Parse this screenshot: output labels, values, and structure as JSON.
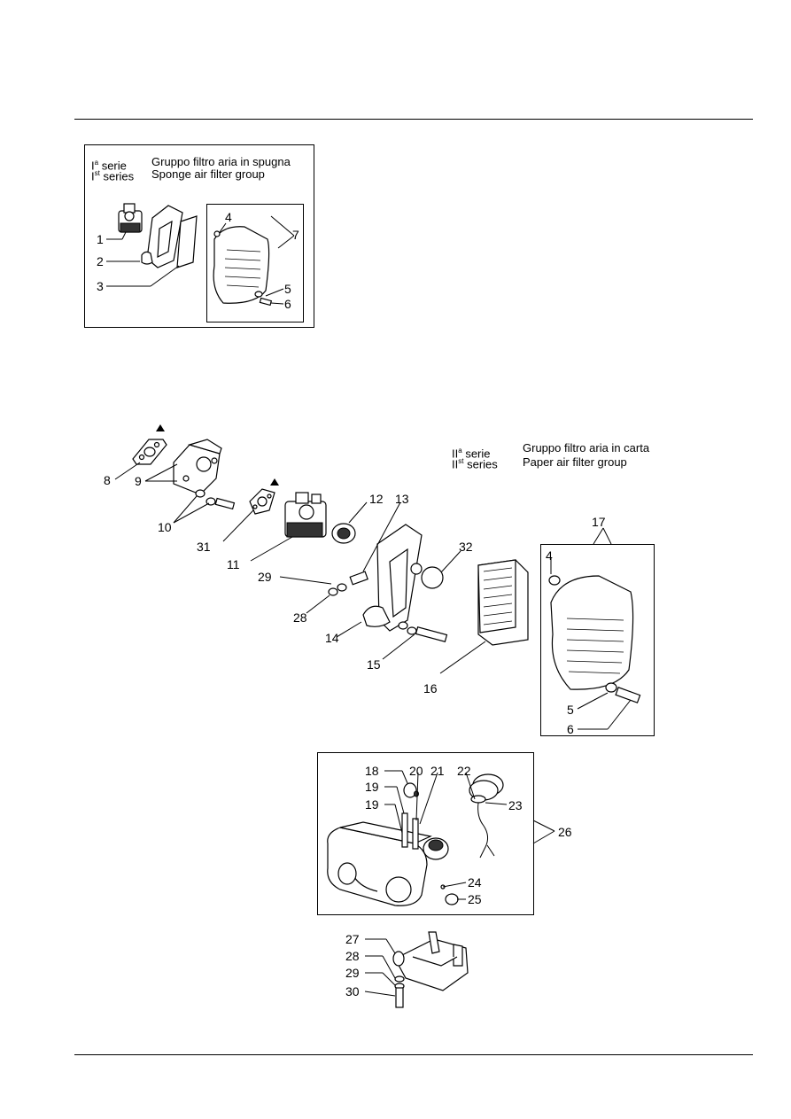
{
  "series1": {
    "it_prefix": "I",
    "it_sup": "a",
    "it_word": "serie",
    "en_prefix": "I",
    "en_sup": "st",
    "en_word": "series",
    "title_it": "Gruppo filtro aria in spugna",
    "title_en": "Sponge air filter group"
  },
  "series2": {
    "it_prefix": "II",
    "it_sup": "a",
    "it_word": "serie",
    "en_prefix": "II",
    "en_sup": "st",
    "en_word": "series",
    "title_it": "Gruppo filtro aria in carta",
    "title_en": "Paper air filter group"
  },
  "callouts": {
    "c1": "1",
    "c2": "2",
    "c3": "3",
    "c4": "4",
    "c5": "5",
    "c6": "6",
    "c7": "7",
    "c8": "8",
    "c9": "9",
    "c10": "10",
    "c11": "11",
    "c12": "12",
    "c13": "13",
    "c14": "14",
    "c15": "15",
    "c16": "16",
    "c17": "17",
    "c4b": "4",
    "c5b": "5",
    "c6b": "6",
    "c18": "18",
    "c19a": "19",
    "c19b": "19",
    "c20": "20",
    "c21": "21",
    "c22": "22",
    "c23": "23",
    "c24": "24",
    "c25": "25",
    "c26": "26",
    "c27": "27",
    "c28a": "28",
    "c28b": "28",
    "c29a": "29",
    "c29b": "29",
    "c30": "30",
    "c31": "31",
    "c32": "32"
  },
  "icons": [
    "triangle-marker-icon"
  ]
}
